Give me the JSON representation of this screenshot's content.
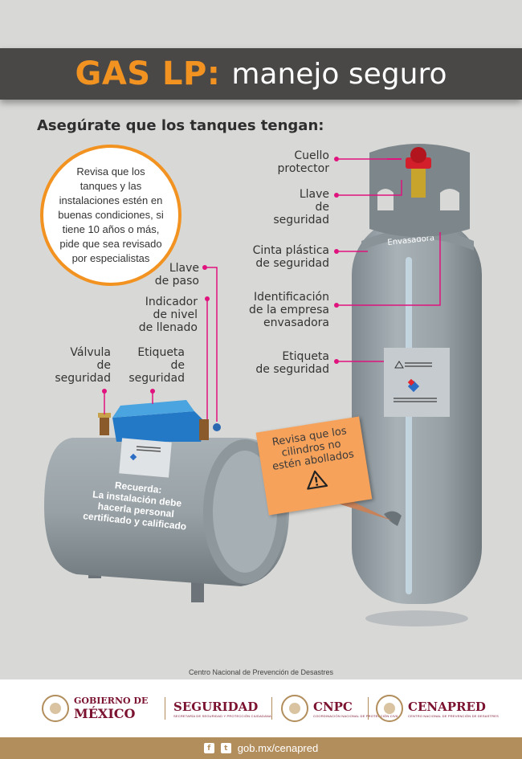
{
  "title": {
    "accent": "GAS LP:",
    "main": "manejo seguro"
  },
  "subtitle": "Asegúrate que los tanques tengan:",
  "info_circle": "Revisa que los tanques y las instalaciones estén en buenas condiciones, si tiene 10 años o más, pide que sea revisado por especialistas",
  "stationary_labels": {
    "llave_paso": [
      "Llave",
      "de paso"
    ],
    "indicador": [
      "Indicador",
      "de nivel",
      "de llenado"
    ],
    "valvula": [
      "Válvula",
      "de",
      "seguridad"
    ],
    "etiqueta": [
      "Etiqueta",
      "de",
      "seguridad"
    ]
  },
  "cylinder_labels": {
    "cuello": [
      "Cuello",
      "protector"
    ],
    "llave": [
      "Llave",
      "de",
      "seguridad"
    ],
    "cinta": [
      "Cinta plástica",
      "de seguridad"
    ],
    "identificacion": [
      "Identificación",
      "de la empresa",
      "envasadora"
    ],
    "etiqueta": [
      "Etiqueta",
      "de seguridad"
    ]
  },
  "cylinder_band_text": "Envasadora",
  "recuerda": [
    "Recuerda:",
    "La instalación debe",
    "hacerla personal",
    "certificado y calificado"
  ],
  "warning_note": [
    "Revisa que los",
    "cilindros no",
    "estén abollados"
  ],
  "source": "Centro Nacional de Prevención de Desastres",
  "logos": {
    "gobierno": {
      "line1": "GOBIERNO DE",
      "line2": "MÉXICO"
    },
    "seguridad": {
      "name": "SEGURIDAD",
      "sub": "SECRETARÍA DE SEGURIDAD Y PROTECCIÓN CIUDADANA"
    },
    "cnpc": {
      "name": "CNPC",
      "sub": "COORDINACIÓN NACIONAL DE PROTECCIÓN CIVIL"
    },
    "cenapred": {
      "name": "CENAPRED",
      "sub": "CENTRO NACIONAL DE PREVENCIÓN DE DESASTRES"
    }
  },
  "footer": {
    "url": "gob.mx/cenapred",
    "icons": [
      "facebook-icon",
      "twitter-icon"
    ]
  },
  "colors": {
    "accent": "#f29321",
    "title_bar": "#4a4847",
    "pointer": "#e0127d",
    "gold": "#b38e5d",
    "guinda": "#7a1230",
    "tank": "#9aa3a8"
  }
}
